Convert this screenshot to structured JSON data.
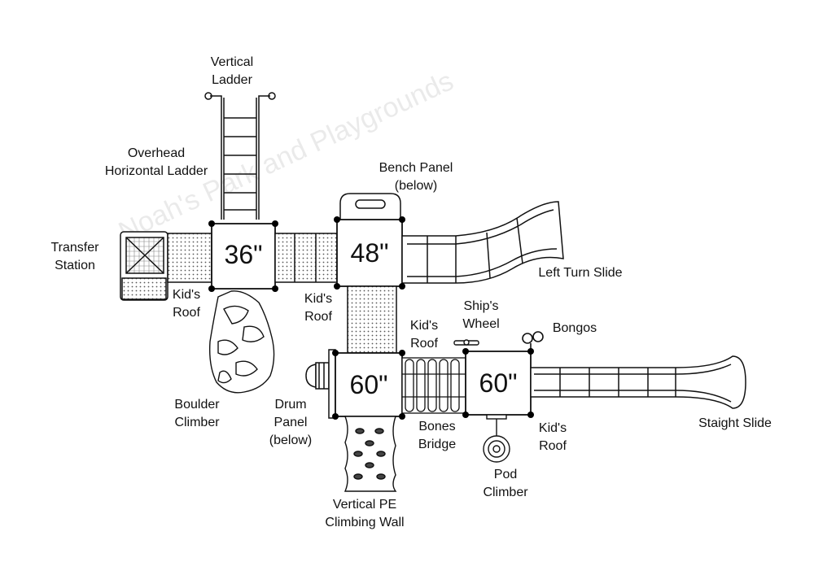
{
  "watermark": "Noah's Park and Playgrounds",
  "deck_heights": {
    "deck_36": "36\"",
    "deck_48": "48\"",
    "deck_60_left": "60\"",
    "deck_60_right": "60\""
  },
  "labels": {
    "vertical_ladder": [
      "Vertical",
      "Ladder"
    ],
    "overhead_ladder": [
      "Overhead",
      "Horizontal Ladder"
    ],
    "bench_panel": [
      "Bench Panel",
      "(below)"
    ],
    "transfer_station": [
      "Transfer",
      "Station"
    ],
    "left_turn_slide": [
      "Left Turn Slide"
    ],
    "kids_roof_1": [
      "Kid's",
      "Roof"
    ],
    "kids_roof_2": [
      "Kid's",
      "Roof"
    ],
    "kids_roof_3": [
      "Kid's",
      "Roof"
    ],
    "kids_roof_4": [
      "Kid's",
      "Roof"
    ],
    "ships_wheel": [
      "Ship's",
      "Wheel"
    ],
    "bongos": [
      "Bongos"
    ],
    "boulder_climber": [
      "Boulder",
      "Climber"
    ],
    "drum_panel": [
      "Drum",
      "Panel",
      "(below)"
    ],
    "bones_bridge": [
      "Bones",
      "Bridge"
    ],
    "straight_slide": [
      "Staight Slide"
    ],
    "pod_climber": [
      "Pod",
      "Climber"
    ],
    "climbing_wall": [
      "Vertical PE",
      "Climbing Wall"
    ]
  }
}
